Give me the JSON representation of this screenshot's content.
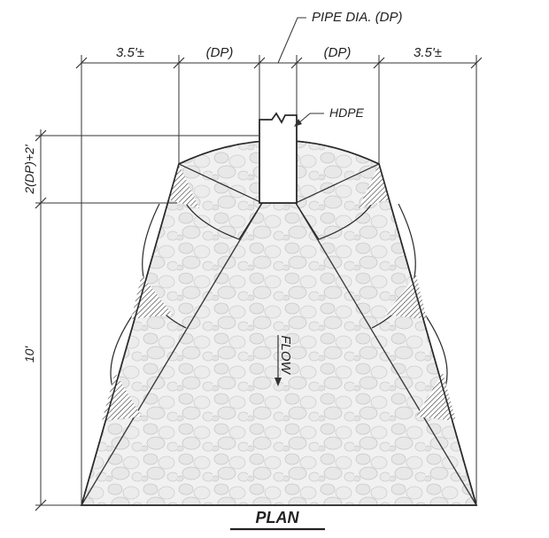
{
  "drawing": {
    "title": "PLAN",
    "callouts": {
      "pipe_diameter": "PIPE DIA. (DP)",
      "material": "HDPE",
      "flow": "FLOW"
    },
    "dimensions": {
      "top": [
        "3.5'±",
        "(DP)",
        "(DP)",
        "3.5'±"
      ],
      "left_upper": "2(DP)+2'",
      "left_lower": "10'"
    }
  }
}
